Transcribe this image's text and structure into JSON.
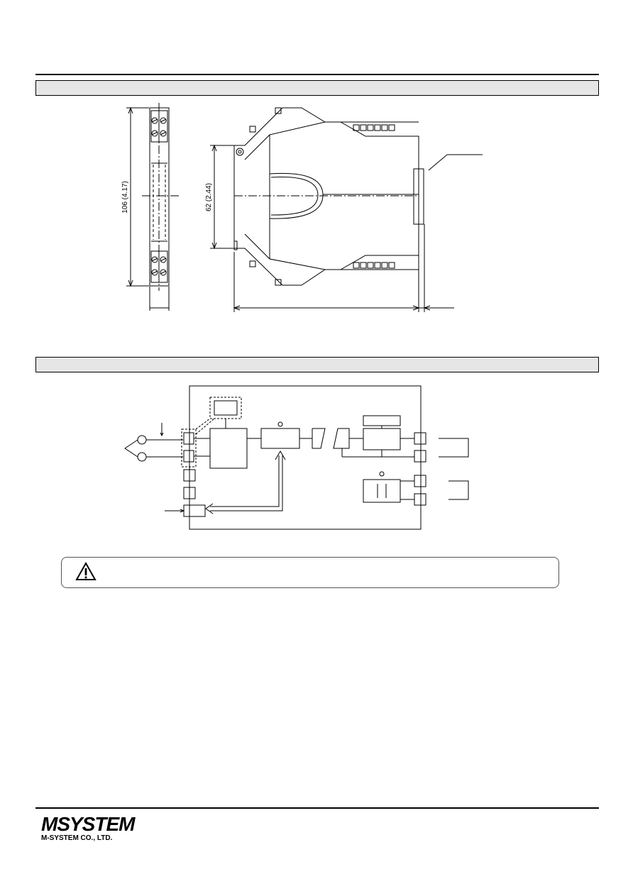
{
  "top_drawing": {
    "dim_height_label": "106 (4.17)",
    "dim_body_label": "62 (2.44)"
  },
  "footer": {
    "logo_text": "MSYSTEM",
    "company_name": "M-SYSTEM CO., LTD."
  },
  "icons": {
    "caution": "warning-triangle-icon"
  }
}
